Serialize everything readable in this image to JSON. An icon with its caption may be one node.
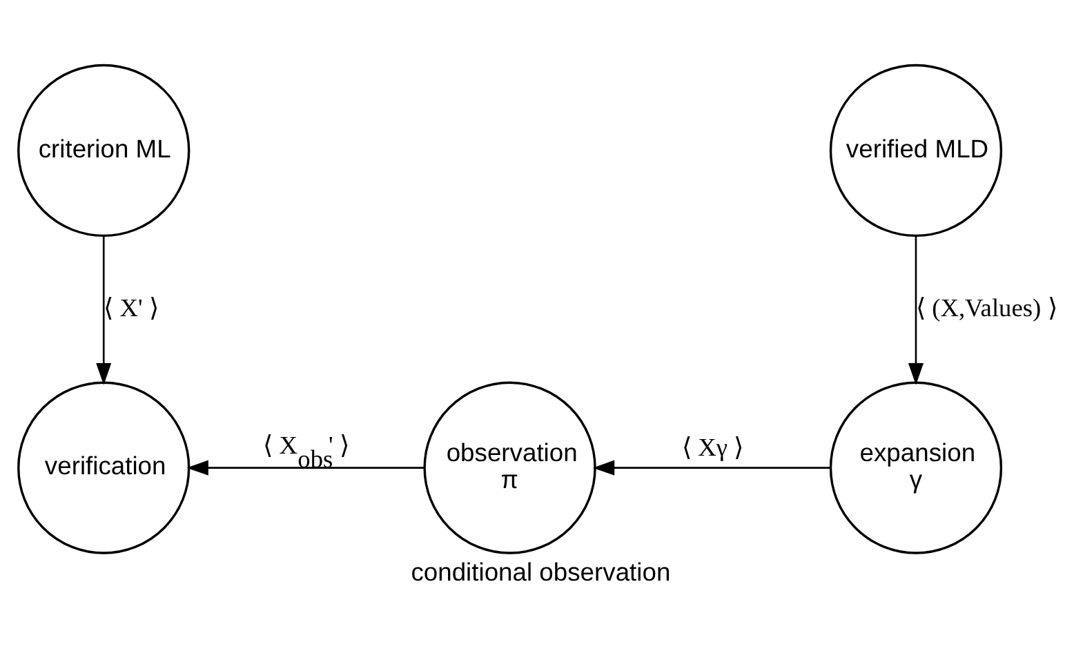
{
  "diagram": {
    "caption": "conditional observation",
    "nodes": [
      {
        "text": [
          "criterion ML"
        ]
      },
      {
        "text": [
          "verified MLD"
        ]
      },
      {
        "text": [
          "verification"
        ]
      },
      {
        "text": [
          "observation",
          "π"
        ]
      },
      {
        "text": [
          "expansion",
          "γ"
        ]
      }
    ],
    "edges": [
      {
        "from": 0,
        "to": 2,
        "arrow": "to",
        "label": "⟨ X' ⟩"
      },
      {
        "from": 1,
        "to": 4,
        "arrow": "to",
        "label": "⟨ (X,Values) ⟩"
      },
      {
        "from": 4,
        "to": 3,
        "arrow": "to",
        "label": "⟨ Xγ ⟩"
      },
      {
        "from": 3,
        "to": 2,
        "arrow": "to",
        "label": "⟨ X$_{obs}$' ⟩"
      }
    ]
  }
}
